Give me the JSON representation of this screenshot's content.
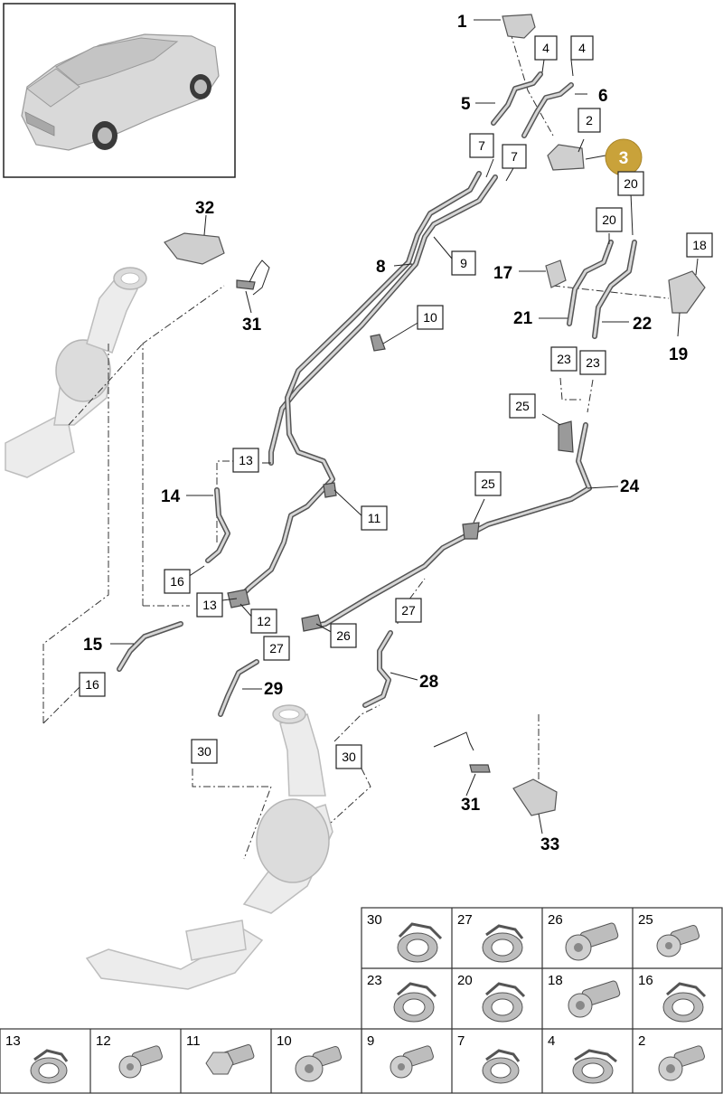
{
  "callouts": {
    "c1": "1",
    "c2": "2",
    "c3": "3",
    "c4a": "4",
    "c4b": "4",
    "c5": "5",
    "c6": "6",
    "c7a": "7",
    "c7b": "7",
    "c8": "8",
    "c9": "9",
    "c10": "10",
    "c11": "11",
    "c12": "12",
    "c13a": "13",
    "c13b": "13",
    "c14": "14",
    "c15": "15",
    "c16a": "16",
    "c16b": "16",
    "c17": "17",
    "c18": "18",
    "c19": "19",
    "c20a": "20",
    "c20b": "20",
    "c21": "21",
    "c22": "22",
    "c23a": "23",
    "c23b": "23",
    "c24": "24",
    "c25a": "25",
    "c25b": "25",
    "c26": "26",
    "c27a": "27",
    "c27b": "27",
    "c28": "28",
    "c29": "29",
    "c30a": "30",
    "c30b": "30",
    "c31a": "31",
    "c31b": "31",
    "c32": "32",
    "c33": "33"
  },
  "highlight_color": "#c9a23a",
  "parts_table": {
    "row1": [
      "30",
      "27",
      "26",
      "25"
    ],
    "row2": [
      "23",
      "20",
      "18",
      "16"
    ],
    "row3": [
      "13",
      "12",
      "11",
      "10",
      "9",
      "7",
      "4",
      "2"
    ]
  }
}
